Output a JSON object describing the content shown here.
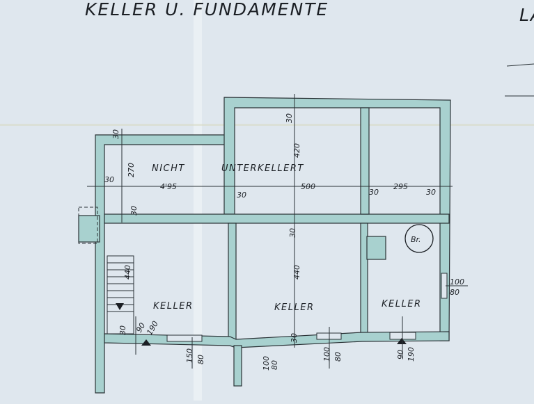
{
  "title": "KELLER U. FUNDAMENTE",
  "title_right_partial": "LA",
  "colors": {
    "paper": "#dfe7ee",
    "wall": "#a8d1cf",
    "ink": "#1b1f24"
  },
  "rooms": {
    "unexcavated": "NICHT",
    "unexcavated_2": "UNTERKELLERT",
    "cellar_left": "KELLER",
    "cellar_middle": "KELLER",
    "cellar_right": "KELLER",
    "boiler": "Br."
  },
  "dimensions": {
    "top_wall_left": "30",
    "top_wall_right": "30",
    "height_upper_left": "270",
    "height_upper_right": "420",
    "width_1": "4'95",
    "width_2": "500",
    "width_3": "295",
    "wall_a": "30",
    "wall_b": "30",
    "wall_c": "30",
    "wall_d": "30",
    "mid_wall_left": "30",
    "mid_wall_right": "30",
    "height_lower_left": "440",
    "height_lower_mid": "440",
    "bottom_wall_left": "30",
    "bottom_wall_mid": "30",
    "door_left_w": "90",
    "door_left_h": "190",
    "window_1_w": "150",
    "window_1_h": "80",
    "window_2_w": "100",
    "window_2_h": "80",
    "window_3_w": "100",
    "window_3_h": "80",
    "door_right_w": "90",
    "door_right_h": "190",
    "window_east_w": "100",
    "window_east_h": "80"
  }
}
